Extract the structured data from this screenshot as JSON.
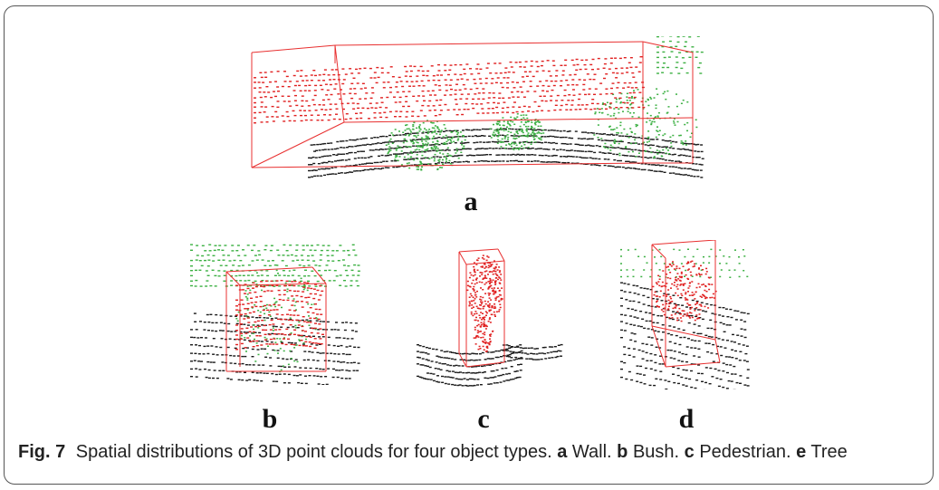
{
  "figure": {
    "number_label": "Fig. 7",
    "caption_text": "Spatial distributions of 3D point clouds for four object types.",
    "caption_items": [
      {
        "letter": "a",
        "text": "Wall."
      },
      {
        "letter": "b",
        "text": "Bush."
      },
      {
        "letter": "c",
        "text": "Pedestrian."
      },
      {
        "letter": "e",
        "text": "Tree"
      }
    ]
  },
  "panels": [
    {
      "label": "a",
      "object": "wall"
    },
    {
      "label": "b",
      "object": "bush"
    },
    {
      "label": "c",
      "object": "pedestrian"
    },
    {
      "label": "d",
      "object": "tree"
    }
  ],
  "colors": {
    "object_points": "#e02020",
    "vegetation_points": "#3cb043",
    "ground_points": "#1a1a1a",
    "bounding_box": "#e83030"
  }
}
